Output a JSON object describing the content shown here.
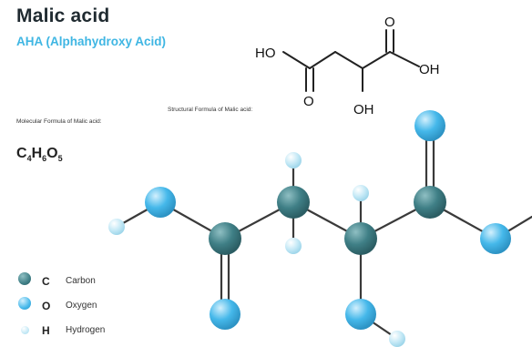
{
  "header": {
    "title": "Malic acid",
    "subtitle": "AHA (Alphahydroxy Acid)"
  },
  "molecular": {
    "label": "Molecular Formula of Malic acid:",
    "formula": [
      {
        "t": "C",
        "s": "4"
      },
      {
        "t": "H",
        "s": "6"
      },
      {
        "t": "O",
        "s": "5"
      }
    ]
  },
  "structural": {
    "label": "Structural Formula of Malic acid:",
    "labels": {
      "ho": "HO",
      "o_top": "O",
      "oh_right": "OH",
      "o_bottom": "O",
      "oh_bottom": "OH"
    }
  },
  "legend": [
    {
      "symbol": "C",
      "name": "Carbon",
      "color": "#3f7f86"
    },
    {
      "symbol": "O",
      "name": "Oxygen",
      "color": "#45b8ea"
    },
    {
      "symbol": "H",
      "name": "Hydrogen",
      "color": "#bfe6f4"
    }
  ],
  "colors": {
    "carbon": "#3f7f86",
    "carbon_light": "#7fb3b8",
    "oxygen": "#45b8ea",
    "oxygen_light": "#b6e6fa",
    "hydrogen": "#bfe6f4",
    "hydrogen_light": "#eef9fd",
    "bond": "#3a3a3a"
  }
}
